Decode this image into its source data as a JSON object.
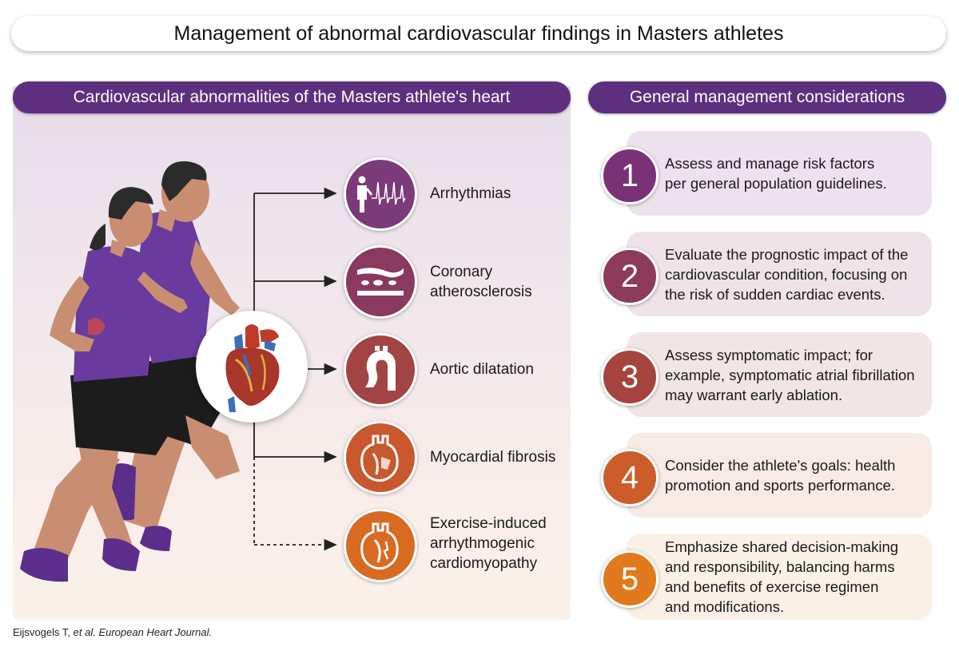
{
  "title": "Management of abnormal cardiovascular findings in Masters athletes",
  "left_panel": {
    "header": "Cardiovascular abnormalities of the Masters athlete's heart",
    "abnormalities": [
      {
        "label_lines": [
          "Arrhythmias"
        ],
        "icon": "arrhythmia-ecg-icon",
        "color": "#7b3a78",
        "arrow": "solid"
      },
      {
        "label_lines": [
          "Coronary",
          "atherosclerosis"
        ],
        "icon": "artery-plaque-icon",
        "color": "#8a3a5e",
        "arrow": "solid"
      },
      {
        "label_lines": [
          "Aortic dilatation"
        ],
        "icon": "aorta-icon",
        "color": "#a24443",
        "arrow": "solid"
      },
      {
        "label_lines": [
          "Myocardial fibrosis"
        ],
        "icon": "heart-fibrosis-icon",
        "color": "#c9582f",
        "arrow": "solid"
      },
      {
        "label_lines": [
          "Exercise-induced",
          "arrhythmogenic",
          "cardiomyopathy"
        ],
        "icon": "heart-cardiomyopathy-icon",
        "color": "#d96a22",
        "arrow": "dashed"
      }
    ]
  },
  "right_panel": {
    "header": "General management considerations",
    "steps": [
      {
        "number": "1",
        "color": "#7a3176",
        "card_color": "#ece2ee",
        "lines": [
          "Assess and manage risk factors",
          "per general population guidelines."
        ]
      },
      {
        "number": "2",
        "color": "#8d3a5d",
        "card_color": "#efe3e9",
        "lines": [
          "Evaluate the prognostic impact of the",
          "cardiovascular condition, focusing on",
          "the risk of sudden cardiac events."
        ]
      },
      {
        "number": "3",
        "color": "#a5443f",
        "card_color": "#f2e5e5",
        "lines": [
          "Assess symptomatic impact; for",
          "example, symptomatic atrial fibrillation",
          "may warrant early ablation."
        ]
      },
      {
        "number": "4",
        "color": "#cc5d2a",
        "card_color": "#f8ebe6",
        "lines": [
          "Consider the athlete's goals: health",
          "promotion and sports performance."
        ]
      },
      {
        "number": "5",
        "color": "#e07a1c",
        "card_color": "#fbf0e6",
        "lines": [
          "Emphasize shared decision-making",
          "and responsibility, balancing harms",
          "and benefits of exercise regimen",
          "and modifications."
        ]
      }
    ]
  },
  "citation": {
    "authors": "Eijsvogels T, ",
    "etal": "et al.",
    "journal": "European Heart Journal."
  }
}
